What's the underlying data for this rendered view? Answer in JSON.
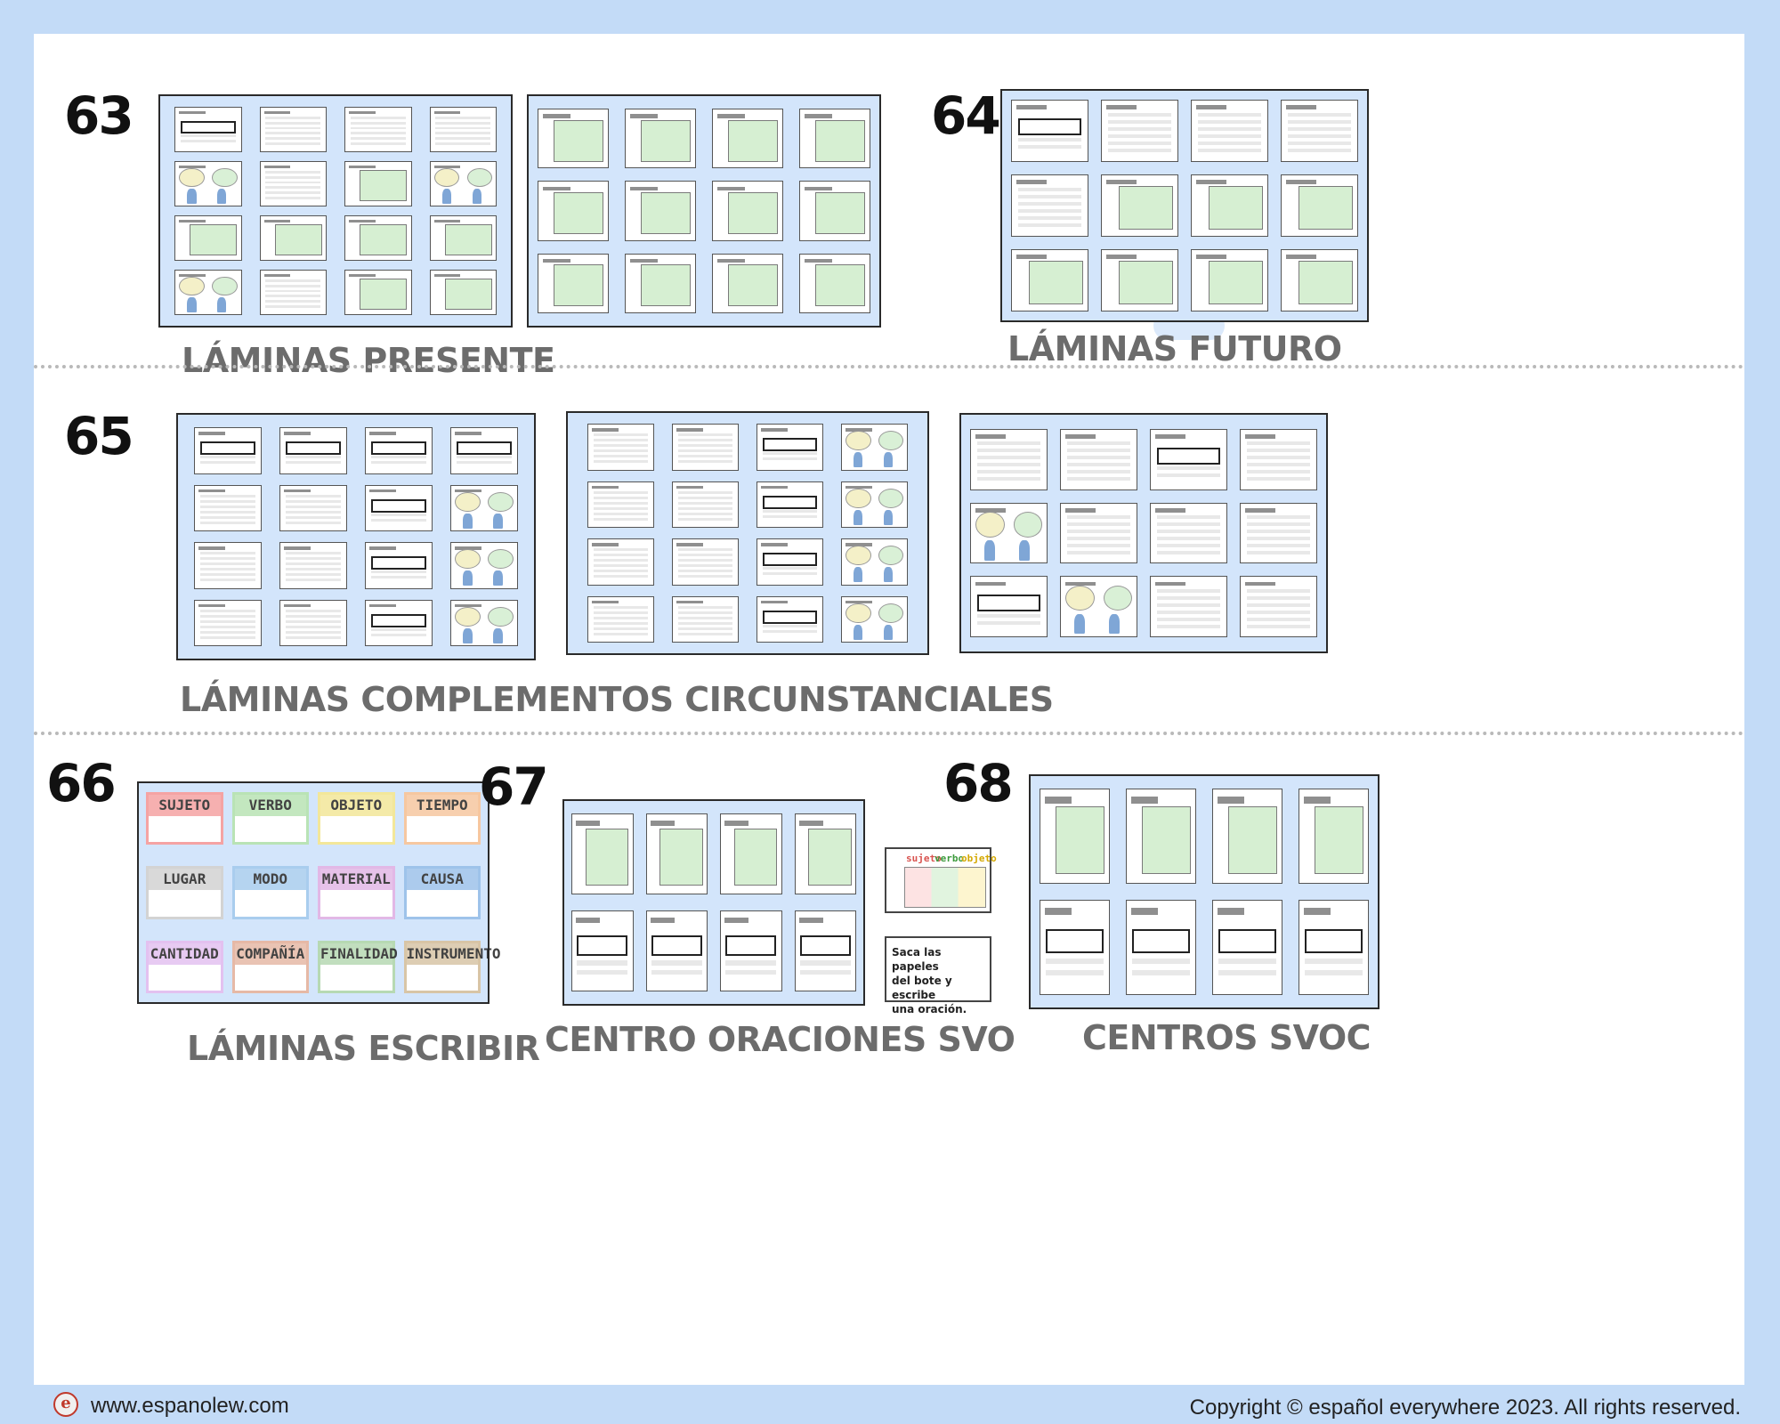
{
  "sections": {
    "s63": {
      "number": "63",
      "caption": "LÁMINAS PRESENTE"
    },
    "s64": {
      "number": "64",
      "caption": "LÁMINAS FUTURO"
    },
    "s65": {
      "number": "65",
      "caption": "LÁMINAS COMPLEMENTOS CIRCUNSTANCIALES"
    },
    "s66": {
      "number": "66",
      "caption": "LÁMINAS ESCRIBIR"
    },
    "s67": {
      "number": "67",
      "caption": "CENTRO ORACIONES SVO"
    },
    "s68": {
      "number": "68",
      "caption": "CENTROS SVOC"
    }
  },
  "escribir_cards": [
    {
      "label": "SUJETO",
      "color": "#f5a3a3"
    },
    {
      "label": "VERBO",
      "color": "#b9e3b5"
    },
    {
      "label": "OBJETO",
      "color": "#f3e79a"
    },
    {
      "label": "TIEMPO",
      "color": "#f6c7a0"
    },
    {
      "label": "LUGAR",
      "color": "#d3d3d3"
    },
    {
      "label": "MODO",
      "color": "#a9cdee"
    },
    {
      "label": "MATERIAL",
      "color": "#e2b8e6"
    },
    {
      "label": "CAUSA",
      "color": "#9ec3ea"
    },
    {
      "label": "CANTIDAD",
      "color": "#e3c1f0"
    },
    {
      "label": "COMPAÑÍA",
      "color": "#e6b9a6"
    },
    {
      "label": "FINALIDAD",
      "color": "#b7d9b3"
    },
    {
      "label": "INSTRUMENTO",
      "color": "#d8c5a6"
    }
  ],
  "svo_strip": {
    "sujeto": "sujeto",
    "verbo": "verbo",
    "objeto": "objeto"
  },
  "svo_note": {
    "line1": "Saca las papeles",
    "line2": "del bote y escribe",
    "line3": "una oración."
  },
  "footer": {
    "logo_letter": "e",
    "url": "www.espanolew.com",
    "copyright": "Copyright © español everywhere 2023. All rights reserved."
  },
  "colors": {
    "background": "#c3dbf7",
    "panel": "#d3e5fb",
    "caption": "#6c6c6c"
  }
}
